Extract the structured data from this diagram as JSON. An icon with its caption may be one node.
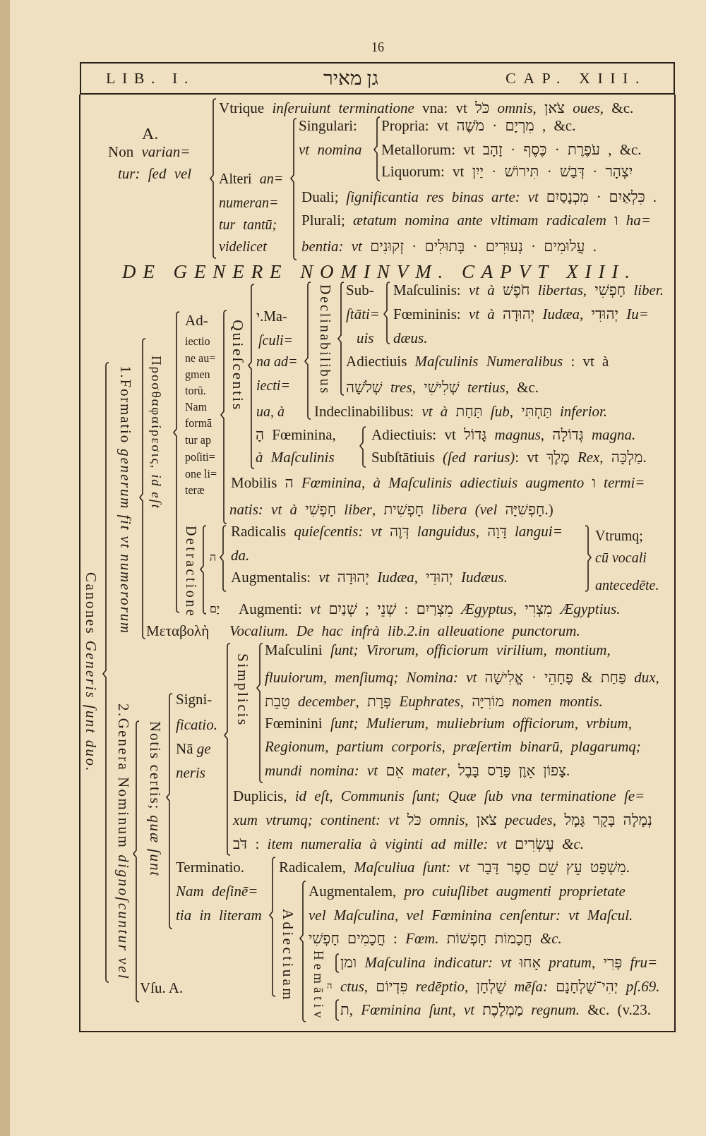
{
  "diagram": {
    "title": "DE GENERE NOMINVM. CAPVT XIII.",
    "nodes": [
      {
        "text": [
          "LIB. I.",
          "גן מאיר",
          "CAP. XIII."
        ]
      }
    ],
    "labels": [
      "16",
      "A.",
      "Non *varian=*",
      "tur: ſed vel",
      "Vtrique *inſeruiunt terminatione* vna: vt כֹּל *omnis*, צֹאן *oues*, &c.",
      "Alteri *an=*",
      "numeran=",
      "tur tantū;",
      "videlicet",
      "Singulari:",
      "vt nomina",
      "Propria: vt מִרְיָם · מֹשֶׁה , &c.",
      "Metallorum: vt עֹפֶרֶת · כֶּסֶף · זָהָב , &c.",
      "Liquorum: vt יִצְהָר · דְּבַשׁ · תִּירוֹשׁ · יַיִן",
      "Duali; *ſignificantia res binas arte: vt* כִּלְאַיִם · מִכְנָסַיִם .",
      "Plurali; *ætatum nomina ante vltimam radicalem* ו *ha=*",
      "*bentia: vt* עֲלוּמִים · נְעוּרִים · בְּתוּלִים · זְקוּנִים .",
      "Canones *Generis ſunt duo.*",
      "1.Formatio *generum fit vt numerorum*",
      "Προσθαφαίρεσις, *id eſt*",
      "Ad-",
      "iectio",
      "ne au=",
      "gmen",
      "torū.",
      "Nam",
      "formā",
      "tur ap",
      "poſiti=",
      "one li=",
      "teræ",
      "Quieſcentis",
      "י.Ma-",
      "ſculi=",
      "na ad=",
      "iecti=",
      "ua, à",
      "Declinabilibus",
      "Sub-",
      "ſtāti=",
      "uis",
      "Maſculinis: *vt à* חֹפֶשׁ *libertas*, חָפְשִׁי *liber.*",
      "Fœmininis: *vt à* יְהוּדָה *Iudæa*, יְהוּדִי *Iu=*",
      "dæus.",
      "Adiectiuis *Maſculinis Numeralibus* : vt à",
      "שְׁלֹשָׁה *tres*, שְׁלִישִׁי *tertius*, &c.",
      "Indeclinabilibus: *vt à* תַּחַת *ſub*, תַּחְתִּי *inferior.*",
      "הָ Fœminina,",
      "à Maſculinis",
      "Adiectiuis: vt גָּדוֹל *magnus*, גְּדוֹלָה *magna.*",
      "Subſtātiuis *(ſed rarius)*: vt מֶלֶךְ *Rex*, מַלְכָּה.",
      "Mobilis ה *Fœminina, à Maſculinis adiectiuis augmento* ו *termi=*",
      "*natis: vt à* חָפְשִׁי *liber*, חָפְשִׁית *libera (vel* חָפְשִׁיָּה.)",
      "Detractione",
      "ה",
      "Radicalis *quieſcentis: vt* דְּוֶה *languidus*, דָּוָה *langui=*",
      "da.",
      "Augmentalis: *vt* יְהוּדָה *Iudæa*, יְהוּדִי *Iudæus.*",
      "Vtrumq;",
      "cū vocali",
      "antecedēte.",
      "יָם",
      "Augmenti: *vt* מִצְרַיִם : שְׁנֵי ; שְׁנַיִם *Ægyptus*, מִצְרִי *Ægyptius.*",
      "Μεταβολὴ",
      "Vocalium. De hac infrà lib.2.in alleuatione punctorum.",
      "2.Genera Nominum *dignoſcuntur vel*",
      "Notis certis; *quæ ſunt*",
      "Signi-",
      "ficatio.",
      "Nā *ge*",
      "neris",
      "Simplicis",
      "Maſculini *ſunt; Virorum, officiorum virilium, montium,*",
      "*fluuiorum, menſiumq; Nomina: vt* פַּחַת & פֶּחָהֵי · אֱלִישָׁה *dux,*",
      "טֵבֵת *december*, פְּרָת *Euphrates*, מוֹרִיָּה *nomen montis.*",
      "Fœminini *ſunt; Mulierum, muliebrium officiorum, vrbium,*",
      "Regionum, partium corporis, præſertim binarū, plagarumq;",
      "*mundi nomina: vt* אֵם *mater*, צָפוֹן אָוֶן פָּרַס בָּבֶל.",
      "Duplicis, *id eſt, Communis ſunt; Quæ ſub vna terminatione ſe=*",
      "*xum vtrumq; continent: vt* כֹּל *omnis*, צֹאן *pecudes*, נְמָלָה בָּקָר גָּמָל",
      "דֹּב : *item numeralia à viginti ad mille: vt* עֶשְׂרִים *&c.*",
      "Terminatio.",
      "Nam deſinē=",
      "tia in literam",
      "Radicalem, *Maſculiua ſunt: vt* מִשְׁפָּט עֵץ שֵׁם סֵפֶר דָּבָר.",
      "Adiectiuam",
      "Augmentalem, *pro cuiuſlibet augmenti proprietate*",
      "vel Maſculina, vel Fœminina cenſentur: vt Maſcul.",
      "חֲכָמִים חָפְשִׁי : *Fœm.* חֲכָמוֹת חָפְשׁוֹת *&c.*",
      "Hemātiv",
      "ומן *Maſculina indicatur: vt* אָחוּ *pratum*, פְּרִי *fru=*",
      "ה",
      "*ctus*, פִּדְיוֹם *redēptio*, שֻׁלְחָן *mēſa:* יְהִי־שֻׁלְחָנָם *pſ.69.*",
      "ת, *Fœminina ſunt, vt* מַמְלֶכֶת *regnum.* &c. (v.23.",
      "Vſu. A."
    ]
  }
}
